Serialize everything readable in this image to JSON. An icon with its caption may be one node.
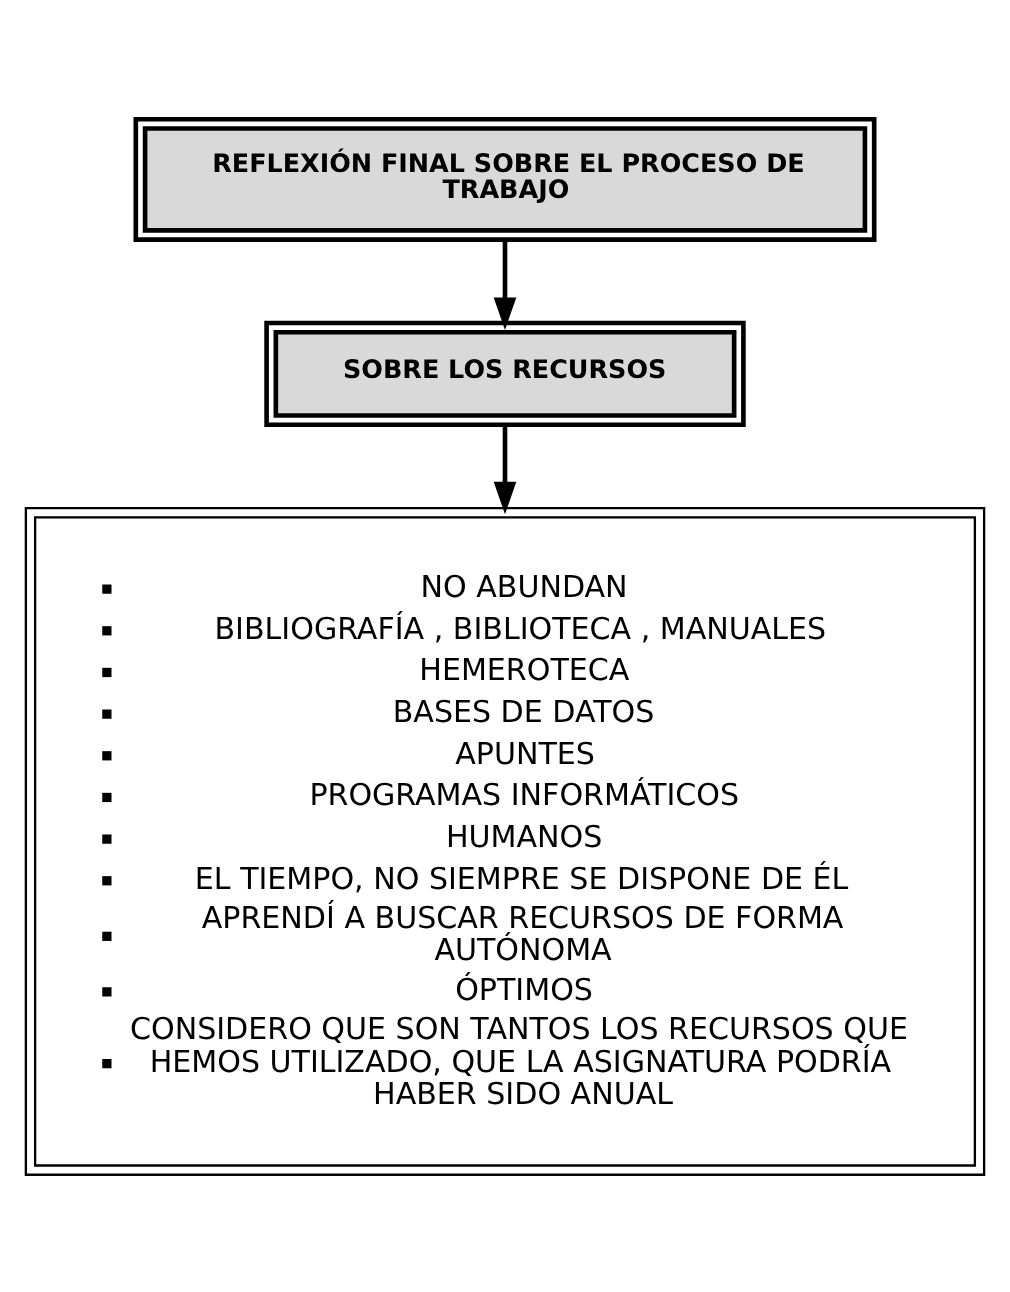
{
  "diagram": {
    "nodes": [
      {
        "text": [
          "REFLEXIÓN FINAL SOBRE EL PROCESO DE TRABAJO"
        ]
      },
      {
        "text": [
          "SOBRE LOS RECURSOS"
        ]
      },
      {
        "text": [
          "NO ABUNDAN",
          "BIBLIOGRAFÍA , BIBLIOTECA , MANUALES",
          "HEMEROTECA",
          "BASES DE DATOS",
          "APUNTES",
          "PROGRAMAS INFORMÁTICOS",
          "HUMANOS",
          "EL TIEMPO, NO SIEMPRE SE DISPONE DE ÉL",
          "APRENDÍ A BUSCAR RECURSOS DE FORMA AUTÓNOMA",
          "ÓPTIMOS",
          "CONSIDERO QUE SON TANTOS LOS RECURSOS QUE HEMOS UTILIZADO, QUE LA ASIGNATURA PODRÍA HABER SIDO ANUAL"
        ]
      }
    ],
    "edges": [
      {
        "from": 0,
        "to": 1,
        "arrow": "to"
      },
      {
        "from": 1,
        "to": 2,
        "arrow": "to"
      }
    ]
  }
}
